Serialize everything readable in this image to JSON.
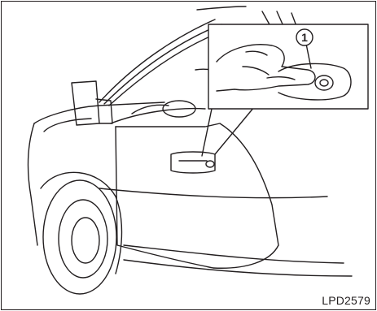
{
  "figure": {
    "callout_number": "1",
    "image_code": "LPD2579"
  },
  "colors": {
    "line": "#231f20",
    "background": "#ffffff"
  },
  "icons": [
    "truck-door-illustration",
    "hand-on-door-handle-icon",
    "callout-marker"
  ]
}
